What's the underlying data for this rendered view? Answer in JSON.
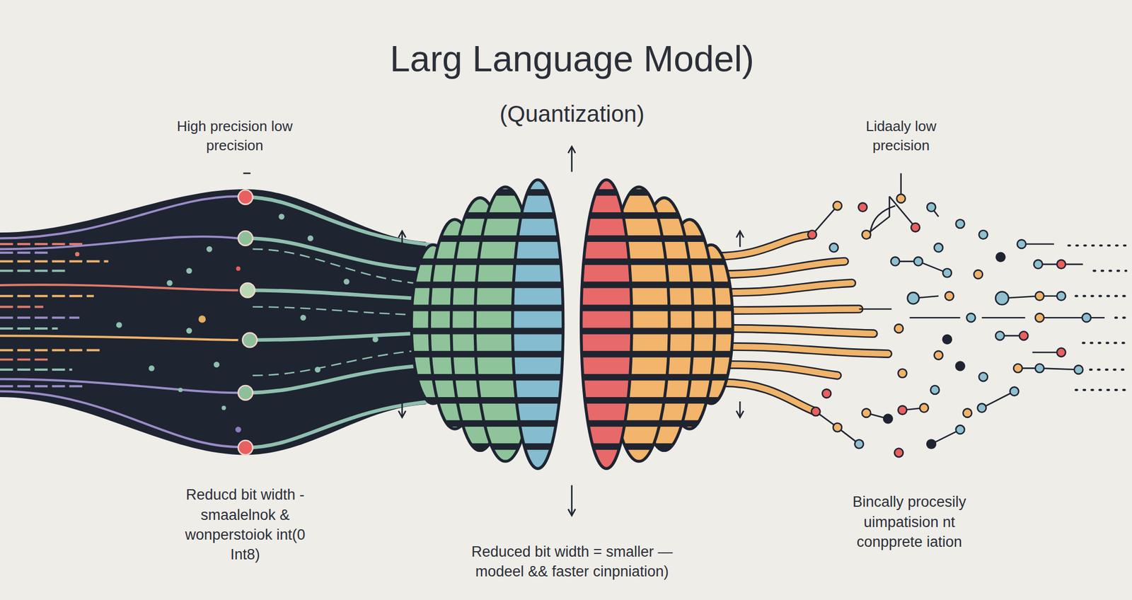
{
  "diagram": {
    "title": "Larg Language Model)",
    "labels": [
      "(Quantization)",
      "High precision low precision",
      "Lidaaly low precision",
      "Reducd bit width - smaalelnok & wonperstoiok int(0 Int8)",
      "Reduced bit width = smaller — modeel && faster cinpniation)",
      "Bincally procesily uimpatision nt conpprete iation"
    ]
  }
}
